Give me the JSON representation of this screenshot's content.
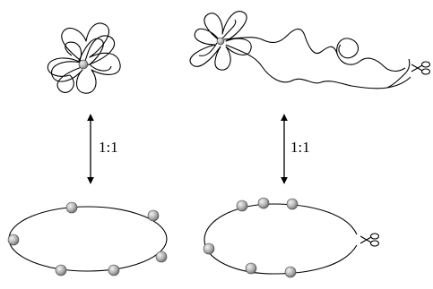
{
  "panels": [
    {
      "id": "single-loop",
      "ratio_label": "1:1",
      "cut": false
    },
    {
      "id": "cut-loop",
      "ratio_label": "1:1",
      "cut": true
    }
  ],
  "colors": {
    "line": "#000000",
    "bead_light": "#eeeeee",
    "bead_dark": "#6b6b6b"
  },
  "icons": [
    "scissors-icon",
    "double-arrow-icon"
  ]
}
